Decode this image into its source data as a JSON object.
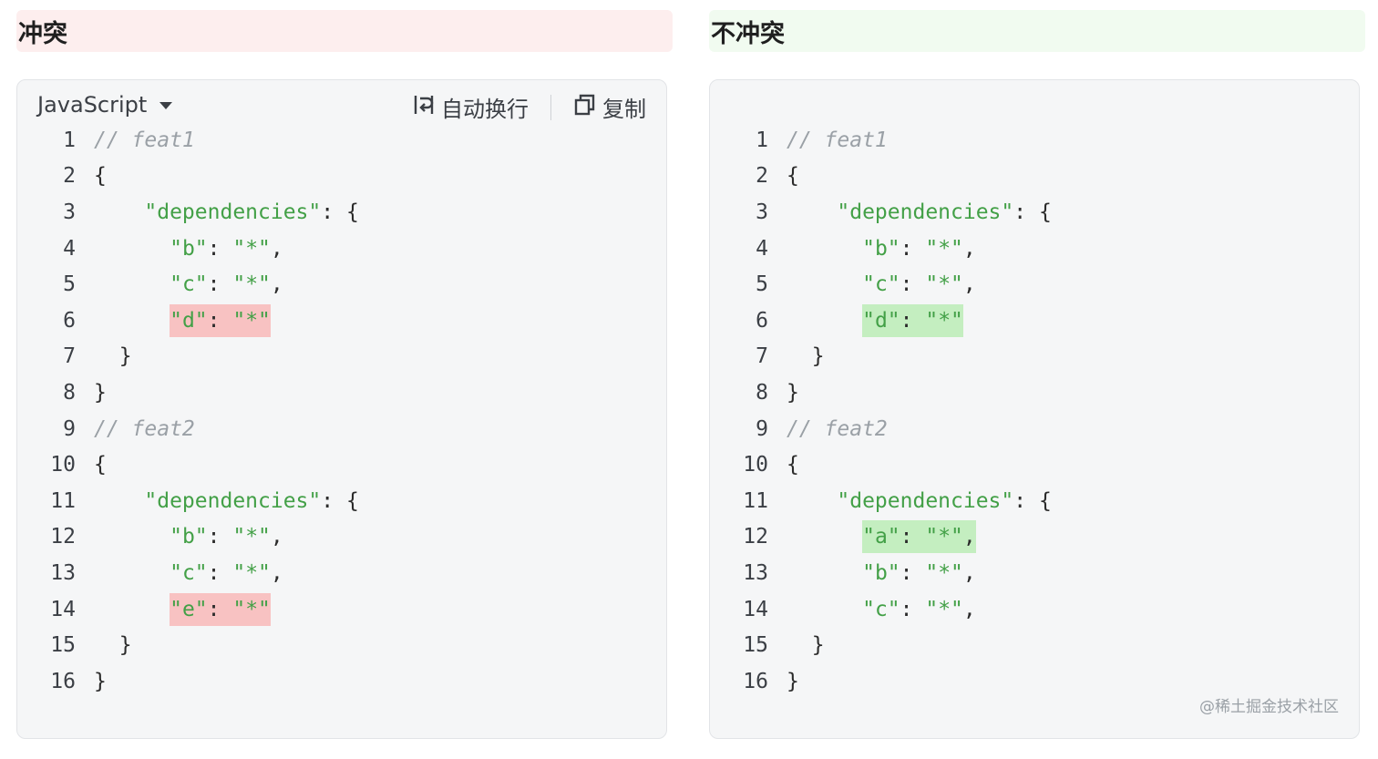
{
  "left": {
    "title": "冲突",
    "language": "JavaScript",
    "wrap_label": "自动换行",
    "copy_label": "复制",
    "lines": [
      {
        "n": "1",
        "indent": "",
        "parts": [
          {
            "t": "// feat1",
            "c": "comment"
          }
        ]
      },
      {
        "n": "2",
        "indent": "",
        "parts": [
          {
            "t": "{",
            "c": "txt"
          }
        ]
      },
      {
        "n": "3",
        "indent": "    ",
        "parts": [
          {
            "t": "\"dependencies\"",
            "c": "str"
          },
          {
            "t": ": {",
            "c": "txt"
          }
        ]
      },
      {
        "n": "4",
        "indent": "      ",
        "parts": [
          {
            "t": "\"b\"",
            "c": "str"
          },
          {
            "t": ": ",
            "c": "txt"
          },
          {
            "t": "\"*\"",
            "c": "str"
          },
          {
            "t": ",",
            "c": "txt"
          }
        ]
      },
      {
        "n": "5",
        "indent": "      ",
        "parts": [
          {
            "t": "\"c\"",
            "c": "str"
          },
          {
            "t": ": ",
            "c": "txt"
          },
          {
            "t": "\"*\"",
            "c": "str"
          },
          {
            "t": ",",
            "c": "txt"
          }
        ]
      },
      {
        "n": "6",
        "indent": "      ",
        "hl": "red",
        "parts": [
          {
            "t": "\"d\"",
            "c": "str"
          },
          {
            "t": ": ",
            "c": "txt"
          },
          {
            "t": "\"*\"",
            "c": "str"
          }
        ]
      },
      {
        "n": "7",
        "indent": "  ",
        "parts": [
          {
            "t": "}",
            "c": "txt"
          }
        ]
      },
      {
        "n": "8",
        "indent": "",
        "parts": [
          {
            "t": "}",
            "c": "txt"
          }
        ]
      },
      {
        "n": "9",
        "indent": "",
        "parts": [
          {
            "t": "// feat2",
            "c": "comment"
          }
        ]
      },
      {
        "n": "10",
        "indent": "",
        "parts": [
          {
            "t": "{",
            "c": "txt"
          }
        ]
      },
      {
        "n": "11",
        "indent": "    ",
        "parts": [
          {
            "t": "\"dependencies\"",
            "c": "str"
          },
          {
            "t": ": {",
            "c": "txt"
          }
        ]
      },
      {
        "n": "12",
        "indent": "      ",
        "parts": [
          {
            "t": "\"b\"",
            "c": "str"
          },
          {
            "t": ": ",
            "c": "txt"
          },
          {
            "t": "\"*\"",
            "c": "str"
          },
          {
            "t": ",",
            "c": "txt"
          }
        ]
      },
      {
        "n": "13",
        "indent": "      ",
        "parts": [
          {
            "t": "\"c\"",
            "c": "str"
          },
          {
            "t": ": ",
            "c": "txt"
          },
          {
            "t": "\"*\"",
            "c": "str"
          },
          {
            "t": ",",
            "c": "txt"
          }
        ]
      },
      {
        "n": "14",
        "indent": "      ",
        "hl": "red",
        "parts": [
          {
            "t": "\"e\"",
            "c": "str"
          },
          {
            "t": ": ",
            "c": "txt"
          },
          {
            "t": "\"*\"",
            "c": "str"
          }
        ]
      },
      {
        "n": "15",
        "indent": "  ",
        "parts": [
          {
            "t": "}",
            "c": "txt"
          }
        ]
      },
      {
        "n": "16",
        "indent": "",
        "parts": [
          {
            "t": "}",
            "c": "txt"
          }
        ]
      }
    ]
  },
  "right": {
    "title": "不冲突",
    "lines": [
      {
        "n": "1",
        "indent": "",
        "parts": [
          {
            "t": "// feat1",
            "c": "comment"
          }
        ]
      },
      {
        "n": "2",
        "indent": "",
        "parts": [
          {
            "t": "{",
            "c": "txt"
          }
        ]
      },
      {
        "n": "3",
        "indent": "    ",
        "parts": [
          {
            "t": "\"dependencies\"",
            "c": "str"
          },
          {
            "t": ": {",
            "c": "txt"
          }
        ]
      },
      {
        "n": "4",
        "indent": "      ",
        "parts": [
          {
            "t": "\"b\"",
            "c": "str"
          },
          {
            "t": ": ",
            "c": "txt"
          },
          {
            "t": "\"*\"",
            "c": "str"
          },
          {
            "t": ",",
            "c": "txt"
          }
        ]
      },
      {
        "n": "5",
        "indent": "      ",
        "parts": [
          {
            "t": "\"c\"",
            "c": "str"
          },
          {
            "t": ": ",
            "c": "txt"
          },
          {
            "t": "\"*\"",
            "c": "str"
          },
          {
            "t": ",",
            "c": "txt"
          }
        ]
      },
      {
        "n": "6",
        "indent": "      ",
        "hl": "green",
        "parts": [
          {
            "t": "\"d\"",
            "c": "str"
          },
          {
            "t": ": ",
            "c": "txt"
          },
          {
            "t": "\"*\"",
            "c": "str"
          }
        ]
      },
      {
        "n": "7",
        "indent": "  ",
        "parts": [
          {
            "t": "}",
            "c": "txt"
          }
        ]
      },
      {
        "n": "8",
        "indent": "",
        "parts": [
          {
            "t": "}",
            "c": "txt"
          }
        ]
      },
      {
        "n": "9",
        "indent": "",
        "parts": [
          {
            "t": "// feat2",
            "c": "comment"
          }
        ]
      },
      {
        "n": "10",
        "indent": "",
        "parts": [
          {
            "t": "{",
            "c": "txt"
          }
        ]
      },
      {
        "n": "11",
        "indent": "    ",
        "parts": [
          {
            "t": "\"dependencies\"",
            "c": "str"
          },
          {
            "t": ": {",
            "c": "txt"
          }
        ]
      },
      {
        "n": "12",
        "indent": "      ",
        "hl": "green",
        "parts": [
          {
            "t": "\"a\"",
            "c": "str"
          },
          {
            "t": ": ",
            "c": "txt"
          },
          {
            "t": "\"*\"",
            "c": "str"
          },
          {
            "t": ",",
            "c": "txt"
          }
        ]
      },
      {
        "n": "13",
        "indent": "      ",
        "parts": [
          {
            "t": "\"b\"",
            "c": "str"
          },
          {
            "t": ": ",
            "c": "txt"
          },
          {
            "t": "\"*\"",
            "c": "str"
          },
          {
            "t": ",",
            "c": "txt"
          }
        ]
      },
      {
        "n": "14",
        "indent": "      ",
        "parts": [
          {
            "t": "\"c\"",
            "c": "str"
          },
          {
            "t": ": ",
            "c": "txt"
          },
          {
            "t": "\"*\"",
            "c": "str"
          },
          {
            "t": ",",
            "c": "txt"
          }
        ]
      },
      {
        "n": "15",
        "indent": "  ",
        "parts": [
          {
            "t": "}",
            "c": "txt"
          }
        ]
      },
      {
        "n": "16",
        "indent": "",
        "parts": [
          {
            "t": "}",
            "c": "txt"
          }
        ]
      }
    ]
  },
  "watermark": "@稀土掘金技术社区",
  "colors": {
    "conflict_banner": "#fdeeee",
    "ok_banner": "#f1fbf0",
    "conflict_highlight": "#f8c2c2",
    "ok_highlight": "#c4eec0",
    "string": "#43a047",
    "comment": "#9aa0a6"
  }
}
